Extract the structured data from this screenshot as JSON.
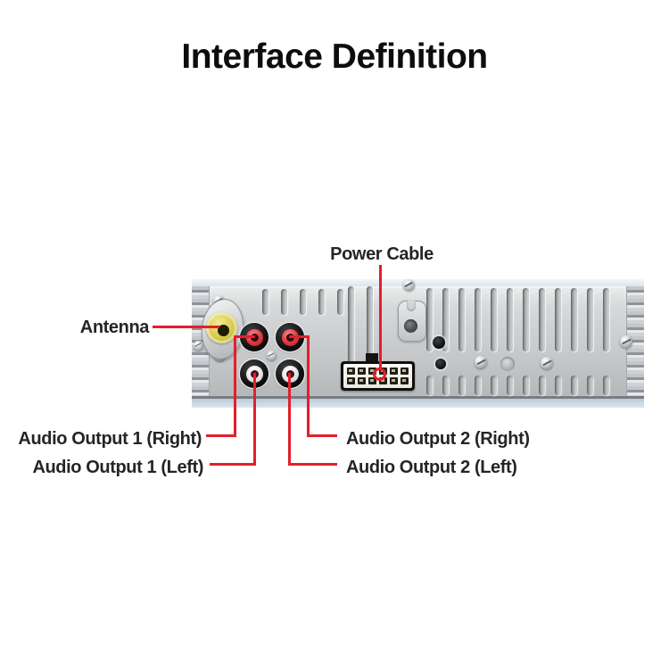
{
  "title": "Interface Definition",
  "colors": {
    "annotation_red": "#e31f2b",
    "rca_red": "#e1343b",
    "antenna_yellow": "#d7ca4a"
  },
  "annotations": {
    "power_cable": {
      "label": "Power Cable"
    },
    "antenna": {
      "label": "Antenna"
    },
    "audio_output_1_right": {
      "label": "Audio Output 1 (Right)"
    },
    "audio_output_1_left": {
      "label": "Audio Output 1 (Left)"
    },
    "audio_output_2_right": {
      "label": "Audio Output 2 (Right)"
    },
    "audio_output_2_left": {
      "label": "Audio Output 2 (Left)"
    }
  },
  "device": {
    "name": "car stereo rear panel",
    "power_connector": {
      "rows": 2,
      "cols": 6
    },
    "connectors": [
      {
        "name": "antenna-jack",
        "style": "yellow RCA jack on oval mounting plate"
      },
      {
        "name": "audio-output-1-right-jack",
        "style": "red RCA jack"
      },
      {
        "name": "audio-output-2-right-jack",
        "style": "red RCA jack"
      },
      {
        "name": "audio-output-1-left-jack",
        "style": "white RCA jack"
      },
      {
        "name": "audio-output-2-left-jack",
        "style": "white RCA jack"
      },
      {
        "name": "power-connector",
        "style": "12-pin white socket"
      }
    ]
  }
}
